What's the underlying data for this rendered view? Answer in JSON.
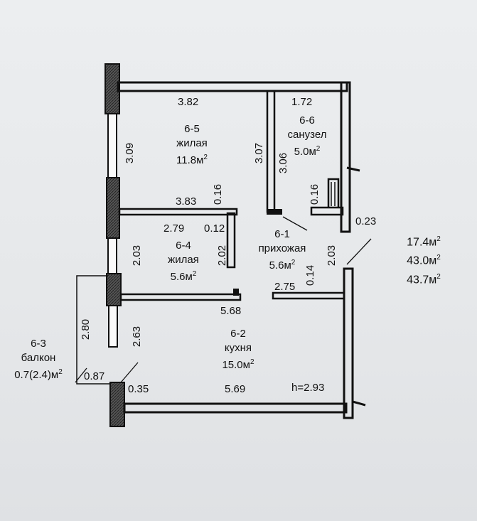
{
  "plan": {
    "ceiling_height": "h=2.93",
    "totals": {
      "living": "17.4м",
      "total": "43.0м",
      "total_with_balcony": "43.7м",
      "unit_sup": "2"
    },
    "rooms": {
      "r65": {
        "number": "6-5",
        "name": "жилая",
        "area": "11.8м"
      },
      "r66": {
        "number": "6-6",
        "name": "санузел",
        "area": "5.0м"
      },
      "r64": {
        "number": "6-4",
        "name": "жилая",
        "area": "5.6м"
      },
      "r61": {
        "number": "6-1",
        "name": "прихожая",
        "area": "5.6м"
      },
      "r62": {
        "number": "6-2",
        "name": "кухня",
        "area": "15.0м"
      },
      "r63": {
        "number": "6-3",
        "name": "балкон",
        "area": "0.7(2.4)м"
      }
    },
    "dims": {
      "d382": "3.82",
      "d172": "1.72",
      "d309": "3.09",
      "d307": "3.07",
      "d306": "3.06",
      "d016a": "0.16",
      "d016b": "0.16",
      "d383": "3.83",
      "d023": "0.23",
      "d279": "2.79",
      "d012": "0.12",
      "d203a": "2.03",
      "d202": "2.02",
      "d203b": "2.03",
      "d014": "0.14",
      "d275": "2.75",
      "d568": "5.68",
      "d280": "2.80",
      "d263": "2.63",
      "d087": "0.87",
      "d035": "0.35",
      "d569": "5.69"
    }
  }
}
